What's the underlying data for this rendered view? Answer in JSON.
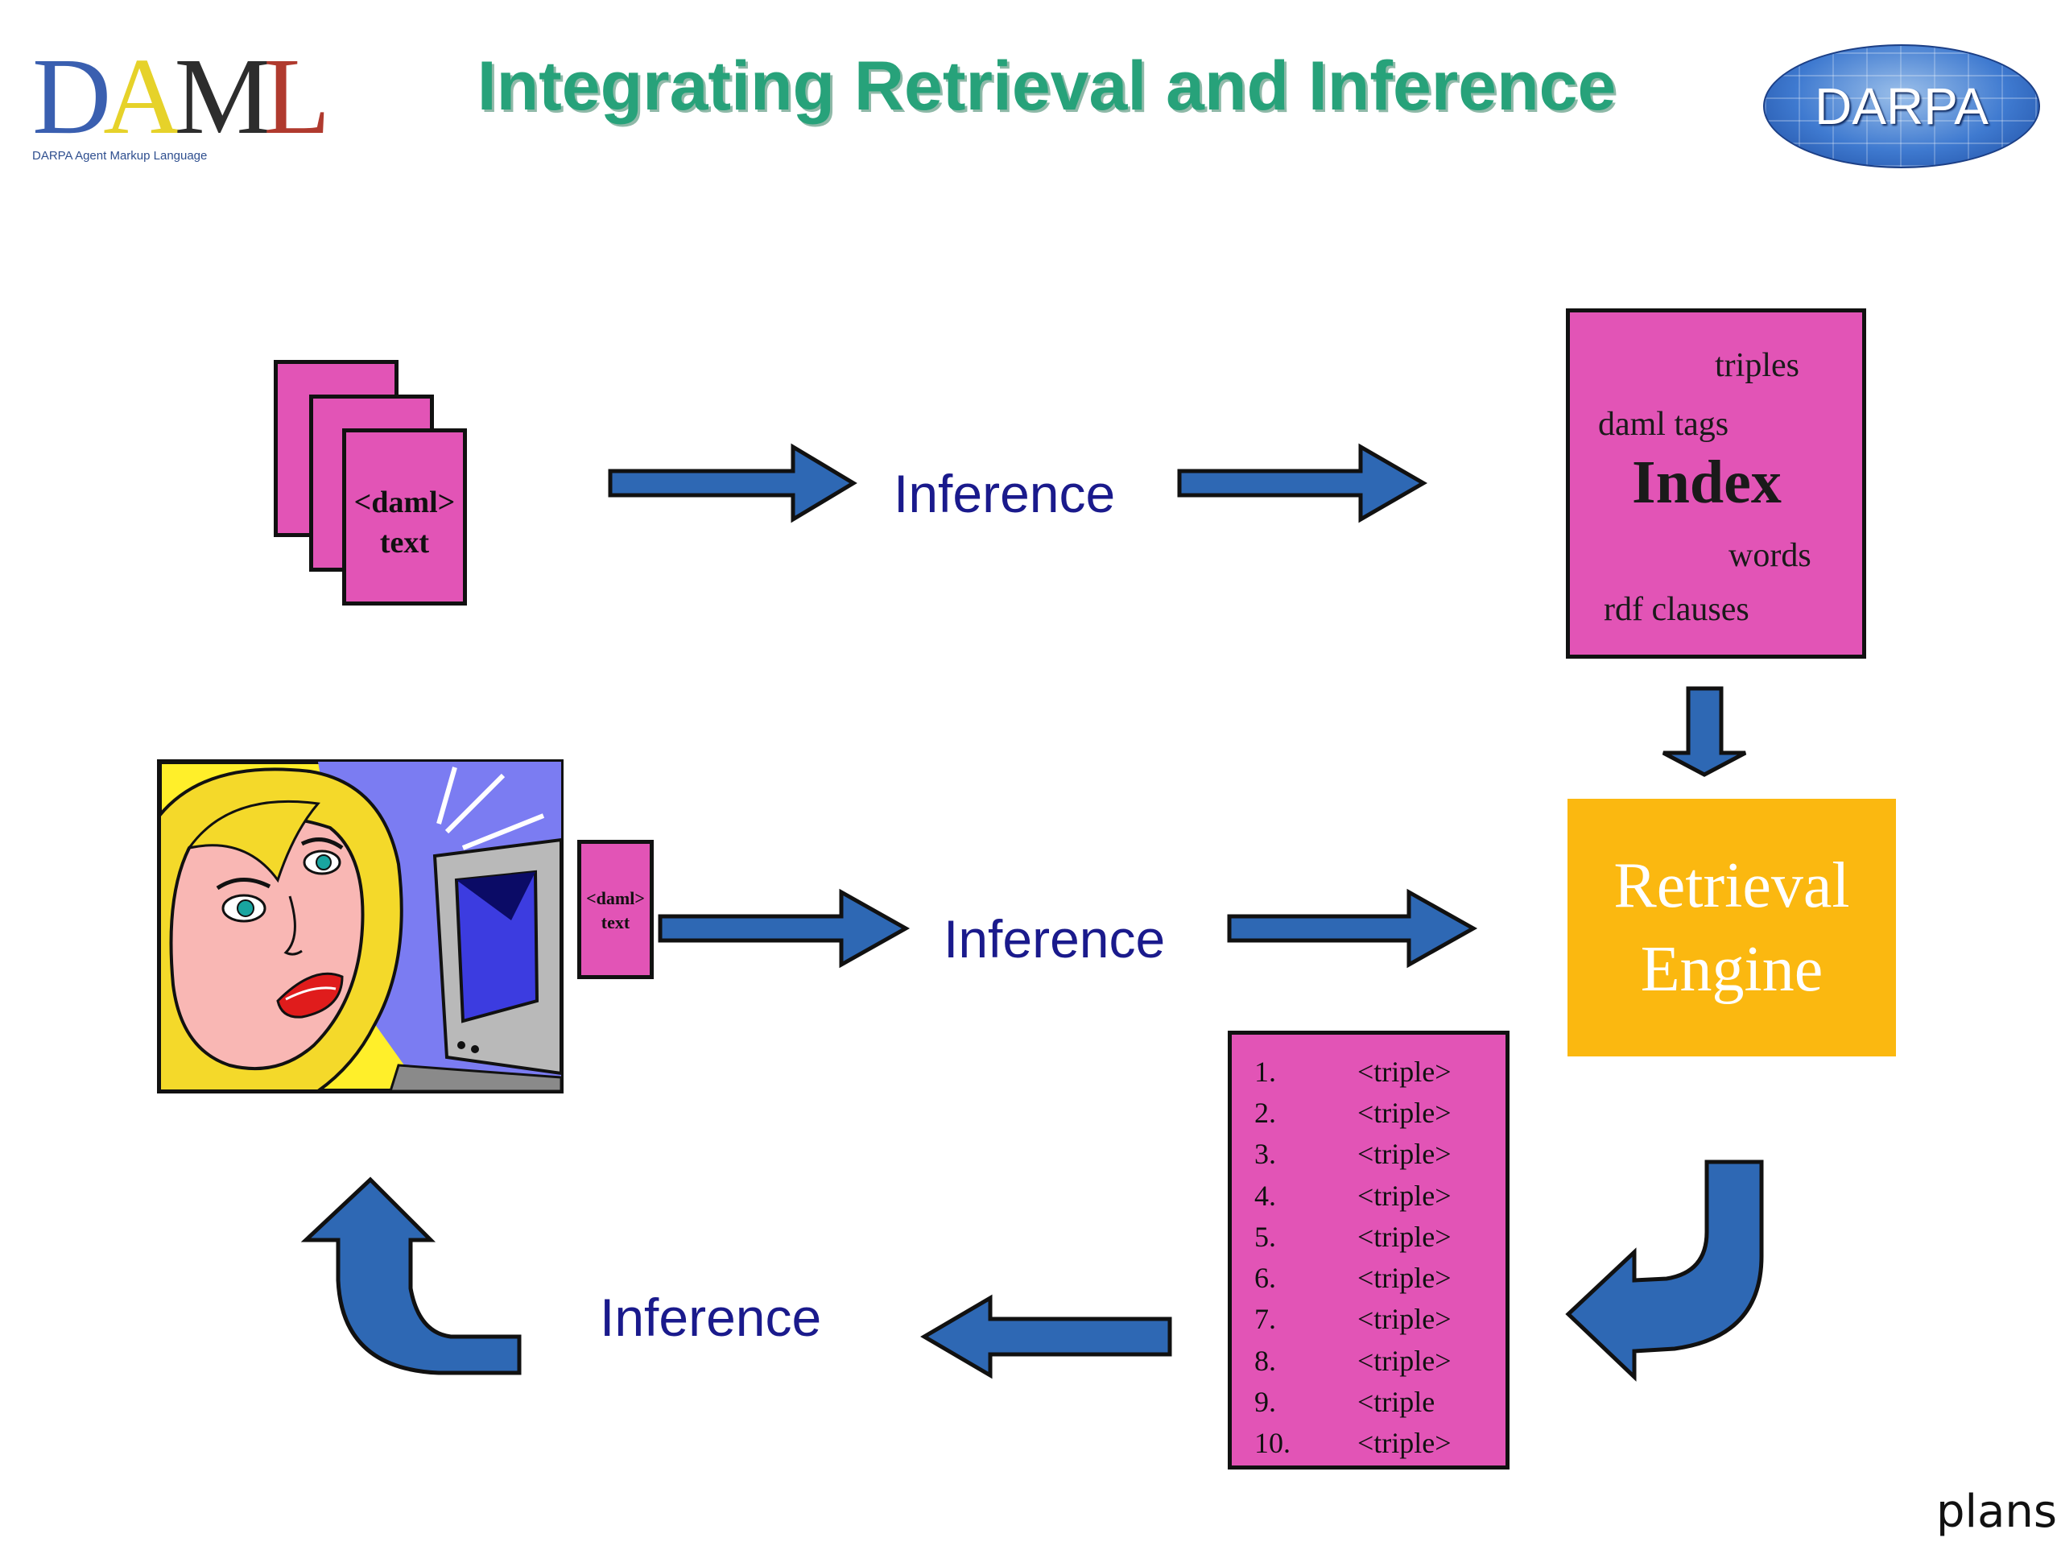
{
  "header": {
    "title": "Integrating Retrieval and Inference",
    "logo_left": {
      "letters": [
        "D",
        "A",
        "M",
        "L"
      ],
      "subtitle": "DARPA Agent Markup Language"
    },
    "logo_right": "DARPA"
  },
  "source_docs": {
    "line1": "<daml>",
    "line2": "text"
  },
  "index": {
    "items": [
      "triples",
      "daml tags",
      "words",
      "rdf clauses"
    ],
    "title": "Index"
  },
  "engine": {
    "line1": "Retrieval",
    "line2": "Engine"
  },
  "query_doc": {
    "line1": "<daml>",
    "line2": "text"
  },
  "inference_labels": [
    "Inference",
    "Inference",
    "Inference"
  ],
  "results": [
    {
      "num": "1.",
      "text": "<triple>"
    },
    {
      "num": "2.",
      "text": "<triple>"
    },
    {
      "num": "3.",
      "text": "<triple>"
    },
    {
      "num": "4.",
      "text": "<triple>"
    },
    {
      "num": "5.",
      "text": "<triple>"
    },
    {
      "num": "6.",
      "text": "<triple>"
    },
    {
      "num": "7.",
      "text": "<triple>"
    },
    {
      "num": "8.",
      "text": "<triple>"
    },
    {
      "num": "9.",
      "text": "<triple"
    },
    {
      "num": "10.",
      "text": "<triple>"
    }
  ],
  "corner_note": "plans",
  "colors": {
    "pink": "#e254b6",
    "arrow_blue": "#2e68b4",
    "engine_orange": "#fbb810",
    "title_green": "#27a27a",
    "label_navy": "#1a1a8c"
  }
}
